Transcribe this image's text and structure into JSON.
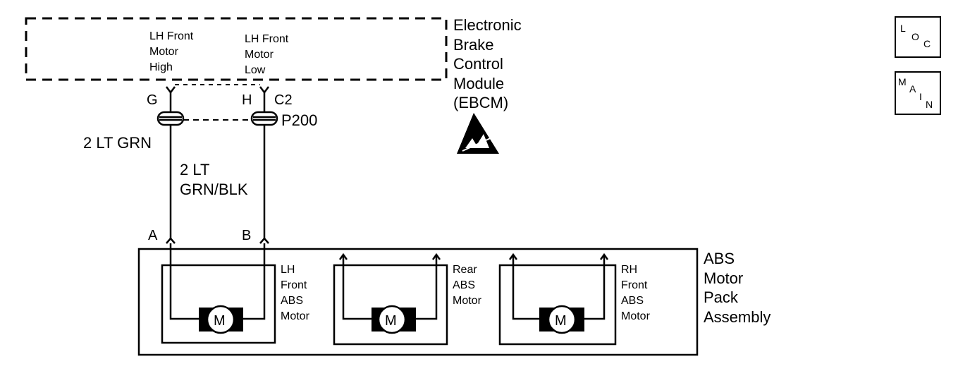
{
  "ebcm": {
    "name_lines": [
      "Electronic",
      "Brake",
      "Control",
      "Module",
      "(EBCM)"
    ],
    "pin_g": {
      "circuit_lines": [
        "LH Front",
        "Motor",
        "High"
      ],
      "pin": "G"
    },
    "pin_h": {
      "circuit_lines": [
        "LH Front",
        "Motor",
        "Low"
      ],
      "pin": "H"
    },
    "connector": "C2",
    "esd_icon": "esd-warning-icon"
  },
  "inline_connector": "P200",
  "wires": {
    "left": "2 LT GRN",
    "right_lines": [
      "2 LT",
      "GRN/BLK"
    ]
  },
  "motor_pack": {
    "name_lines": [
      "ABS",
      "Motor",
      "Pack",
      "Assembly"
    ],
    "pins": {
      "a": "A",
      "b": "B"
    },
    "motor_symbol": "M",
    "motors": [
      {
        "label_lines": [
          "LH",
          "Front",
          "ABS",
          "Motor"
        ]
      },
      {
        "label_lines": [
          "Rear",
          "ABS",
          "Motor"
        ]
      },
      {
        "label_lines": [
          "RH",
          "Front",
          "ABS",
          "Motor"
        ]
      }
    ]
  },
  "nav": {
    "loc": [
      "L",
      "O",
      "C"
    ],
    "main": [
      "M",
      "A",
      "I",
      "N"
    ]
  }
}
